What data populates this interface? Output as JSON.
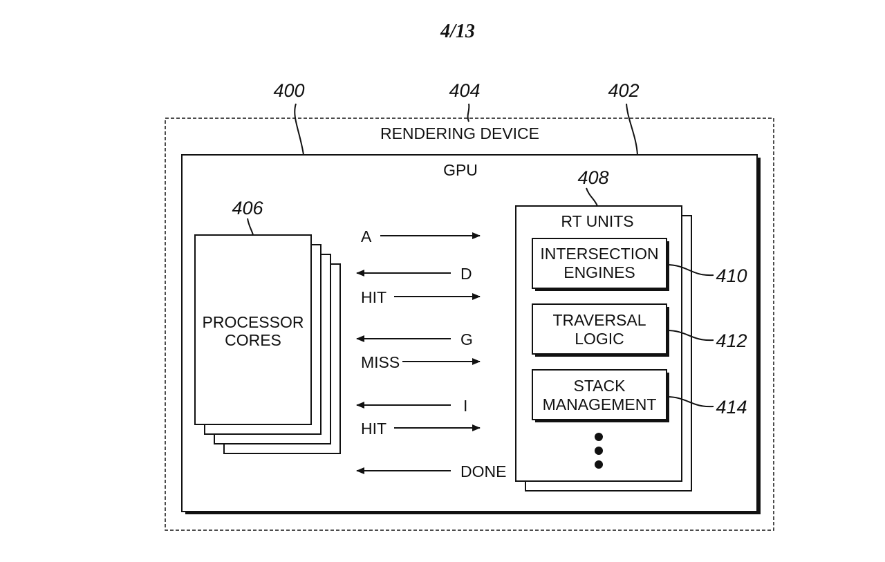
{
  "sheet_number": "4/13",
  "refs": {
    "r400": "400",
    "r402": "402",
    "r404": "404",
    "r406": "406",
    "r408": "408",
    "r410": "410",
    "r412": "412",
    "r414": "414"
  },
  "labels": {
    "rendering_device": "RENDERING DEVICE",
    "gpu": "GPU",
    "processor_cores_line1": "PROCESSOR",
    "processor_cores_line2": "CORES",
    "rt_units": "RT UNITS",
    "intersection_line1": "INTERSECTION",
    "intersection_line2": "ENGINES",
    "traversal_line1": "TRAVERSAL",
    "traversal_line2": "LOGIC",
    "stack_line1": "STACK",
    "stack_line2": "MANAGEMENT"
  },
  "signals": {
    "a": "A",
    "d": "D",
    "hit1": "HIT",
    "g": "G",
    "miss": "MISS",
    "i": "I",
    "hit2": "HIT",
    "done": "DONE"
  },
  "colors": {
    "ink": "#111111",
    "paper": "#ffffff"
  }
}
